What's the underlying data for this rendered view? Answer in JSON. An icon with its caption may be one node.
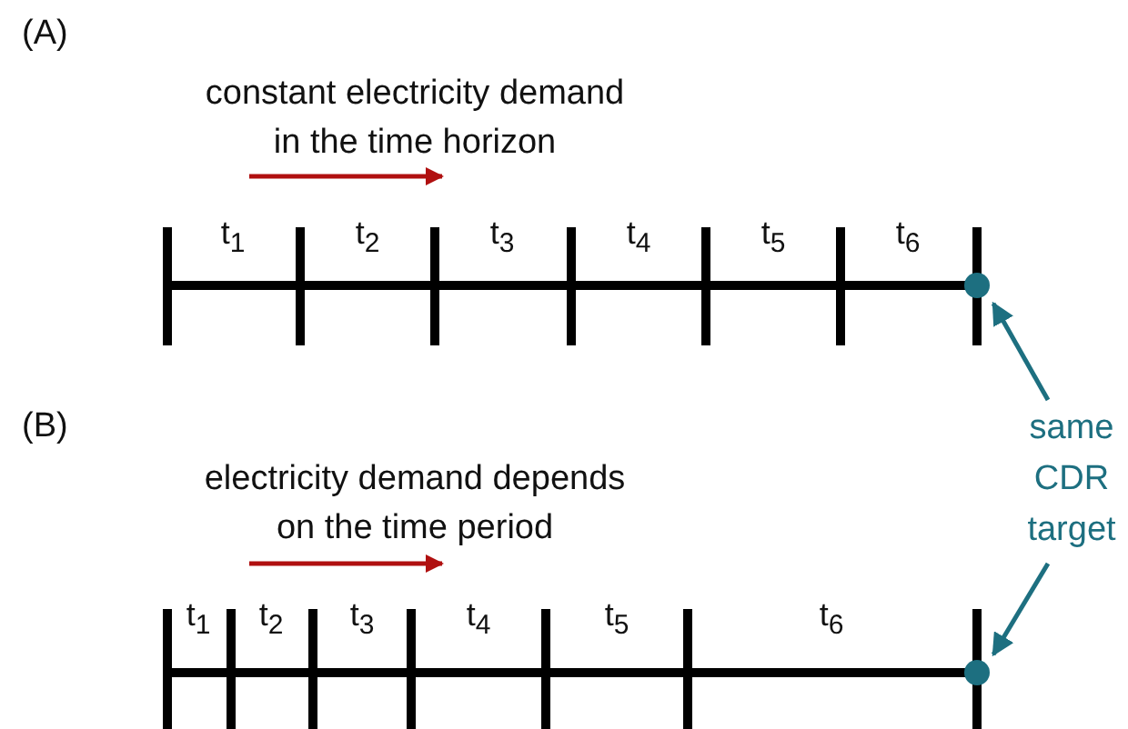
{
  "diagram": {
    "nodes": [
      {
        "text": [],
        "shape": "circle"
      },
      {
        "text": [
          "same CDR target"
        ]
      },
      {
        "text": [],
        "shape": "circle"
      }
    ],
    "edges": [
      {
        "from": 1,
        "to": 0,
        "arrow": "to"
      },
      {
        "from": 1,
        "to": 2,
        "arrow": "to"
      }
    ],
    "labels": [
      "(A)",
      "constant electricity demand in the time horizon",
      "t$_{1}$",
      "t$_{2}$",
      "t$_{3}$",
      "t$_{4}$",
      "t$_{5}$",
      "t$_{6}$",
      "(B)",
      "electricity demand depends on the time period",
      "t$_{1}$",
      "t$_{2}$",
      "t$_{3}$",
      "t$_{4}$",
      "t$_{5}$",
      "t$_{6}$"
    ]
  }
}
